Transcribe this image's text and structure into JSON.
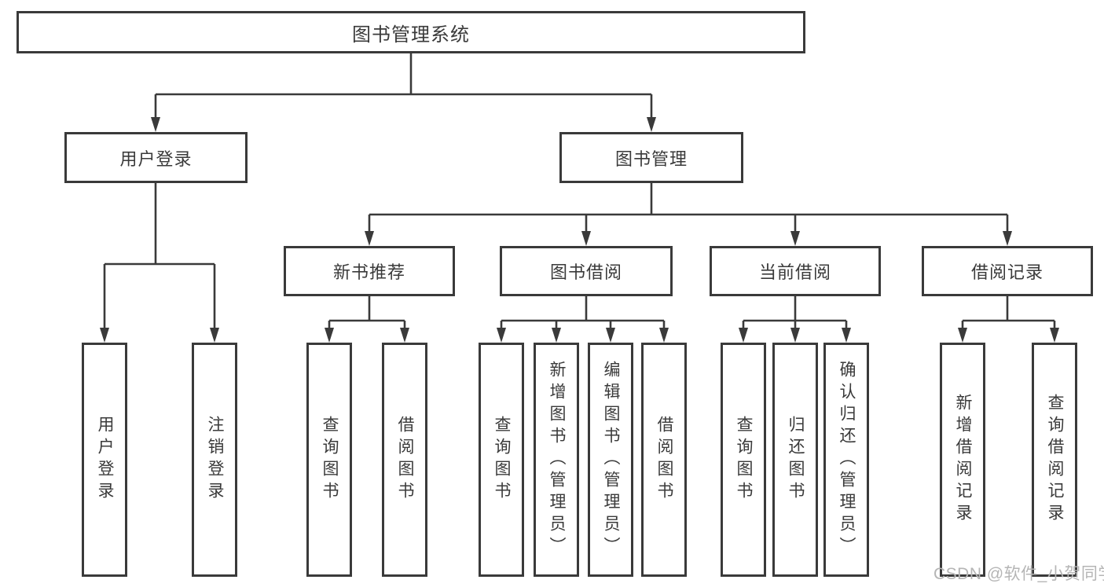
{
  "tree": {
    "root": "图书管理系统",
    "children": [
      {
        "label": "用户登录",
        "children": [
          "用户登录",
          "注销登录"
        ]
      },
      {
        "label": "图书管理",
        "children": [
          {
            "label": "新书推荐",
            "children": [
              "查询图书",
              "借阅图书"
            ]
          },
          {
            "label": "图书借阅",
            "children": [
              "查询图书",
              "新增图书（管理员）",
              "编辑图书（管理员）",
              "借阅图书"
            ]
          },
          {
            "label": "当前借阅",
            "children": [
              "查询图书",
              "归还图书",
              "确认归还（管理员）"
            ]
          },
          {
            "label": "借阅记录",
            "children": [
              "新增借阅记录",
              "查询借阅记录"
            ]
          }
        ]
      }
    ]
  },
  "watermark": "CSDN @软件_小贺同学",
  "colors": {
    "line": "#3a3a3a",
    "box_border": "#3a3a3a",
    "box_fill": "#ffffff",
    "text": "#3a3a3a",
    "watermark": "#b5b5b5",
    "background": "#ffffff"
  }
}
